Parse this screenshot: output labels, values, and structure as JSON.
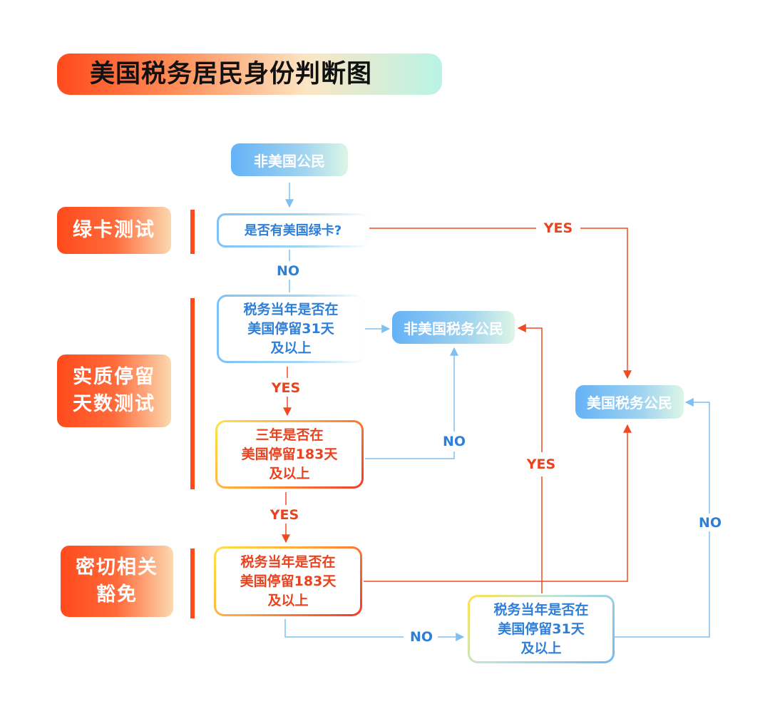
{
  "title": "美国税务居民身份判断图",
  "sections": {
    "green_card": "绿卡测试",
    "substantial_presence": "实质停留\n天数测试",
    "closer_connection": "密切相关\n豁免"
  },
  "nodes": {
    "start": "非美国公民",
    "q_green_card": "是否有美国绿卡?",
    "q_31_days": "税务当年是否在\n美国停留31天\n及以上",
    "q_183_three_years": "三年是否在\n美国停留183天\n及以上",
    "q_183_current_year": "税务当年是否在\n美国停留183天\n及以上",
    "q_31_days_2": "税务当年是否在\n美国停留31天\n及以上",
    "result_non_resident": "非美国税务公民",
    "result_resident": "美国税务公民"
  },
  "edge_labels": {
    "green_card_yes": "YES",
    "green_card_no": "NO",
    "days31_yes": "YES",
    "three_years_no": "NO",
    "three_years_yes": "YES",
    "current183_no": "NO",
    "days31_2_yes": "YES",
    "days31_2_no": "NO"
  },
  "colors": {
    "accent_red": "#e8421f",
    "accent_blue": "#2f7fd8",
    "line_red": "#f04a22",
    "line_blue": "#7ec0f2"
  }
}
